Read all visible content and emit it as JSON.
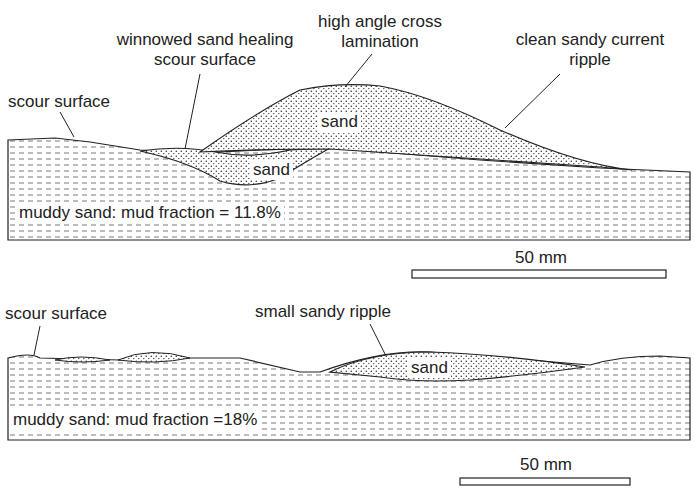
{
  "diagram": {
    "labels": [
      "scour surface",
      "winnowed sand healing scour surface",
      "high angle cross lamination",
      "clean sandy current ripple",
      "sand",
      "sand",
      "muddy sand: mud fraction = 11.8%",
      "50 mm",
      "scour surface",
      "small sandy ripple",
      "sand",
      "muddy sand: mud fraction =18%",
      "50 mm"
    ]
  }
}
